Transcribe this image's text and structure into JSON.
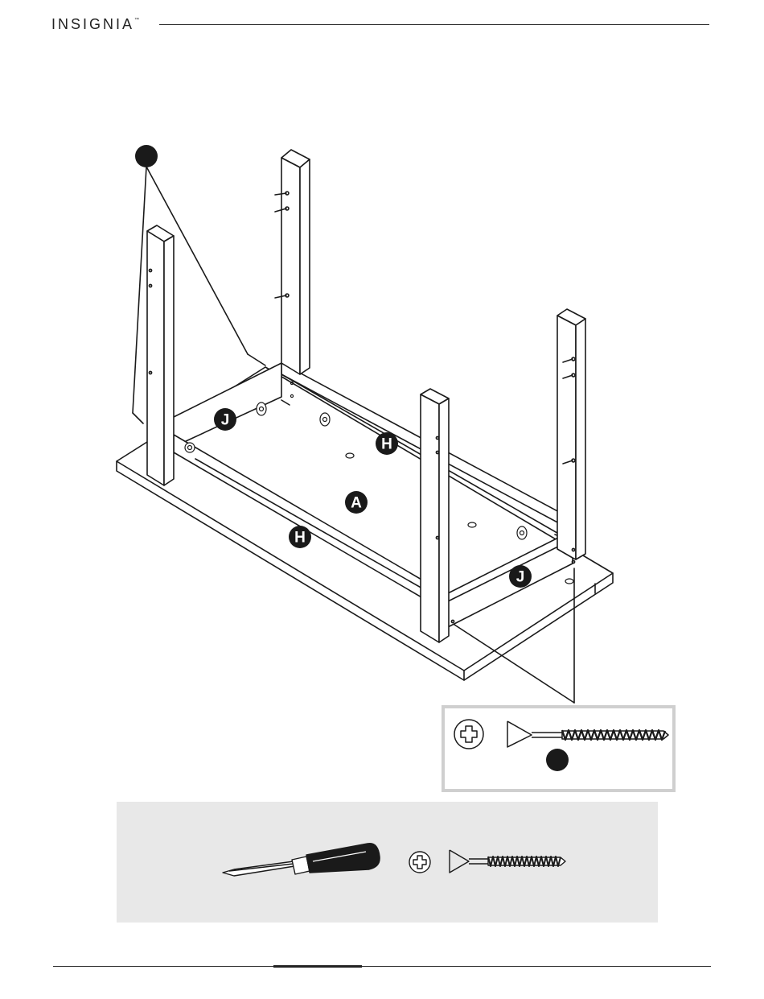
{
  "header": {
    "brand": "INSIGNIA",
    "trademark": "™"
  },
  "callouts": {
    "part_a": "A",
    "part_h_back": "H",
    "part_h_front": "H",
    "part_j_left": "J",
    "part_j_right": "J"
  },
  "colors": {
    "ink": "#1a1a1a",
    "callout_fill": "#1a1a1a",
    "tool_panel": "#e8e8e8",
    "hardware_border": "#cfcfcf"
  },
  "icons": {
    "phillips": "phillips-head-icon",
    "screw": "wood-screw-icon",
    "screwdriver": "screwdriver-icon"
  }
}
